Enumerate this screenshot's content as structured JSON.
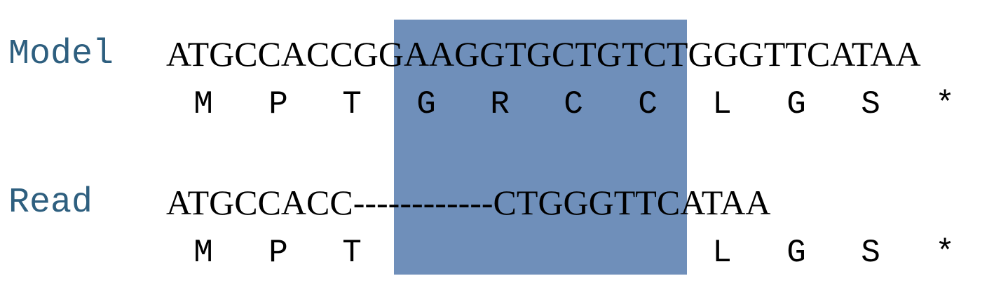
{
  "highlight_color": "#6f8fba",
  "label_color": "#2e5f7f",
  "model": {
    "label": "Model",
    "prefix": "ATGCCACC",
    "highlight": "GGAAGGTGCTGT",
    "suffix": "CTGGGTTCATAA",
    "aminos": [
      "M",
      "P",
      "T",
      "G",
      "R",
      "C",
      "C",
      "L",
      "G",
      "S",
      "*"
    ]
  },
  "read": {
    "label": "Read",
    "prefix": "ATGCCACC",
    "highlight": "------------",
    "suffix": "CTGGGTTCATAA",
    "aminos": [
      "M",
      "P",
      "T",
      "",
      "",
      "",
      "",
      "L",
      "G",
      "S",
      "*"
    ]
  }
}
